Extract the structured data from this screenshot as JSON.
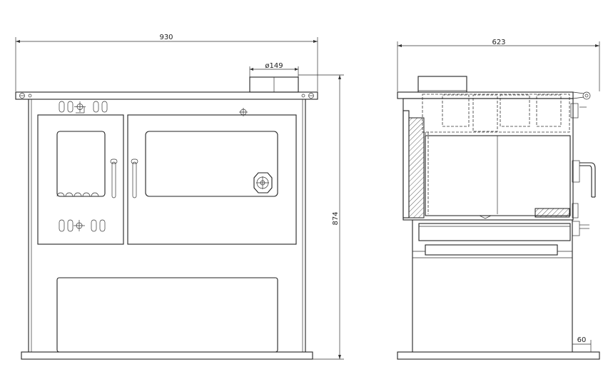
{
  "dimensions": {
    "front_width": "930",
    "flue_diameter": "ø149",
    "height": "874",
    "side_depth": "623",
    "base_inset": "60"
  }
}
